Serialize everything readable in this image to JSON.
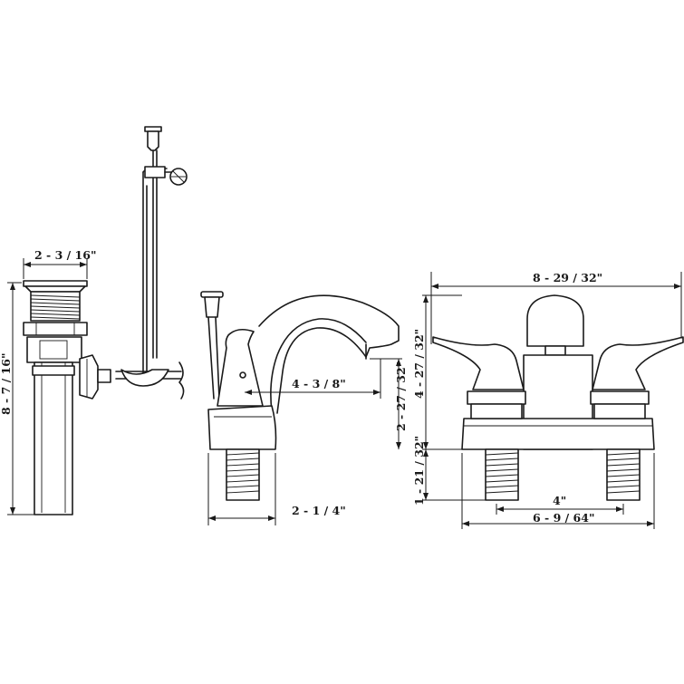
{
  "dimensions": {
    "drain_width": "2 - 3 / 16\"",
    "drain_height": "8 - 7 / 16\"",
    "spout_reach": "4 - 3 / 8\"",
    "spout_height": "2 - 27 / 32\"",
    "base_depth": "2 - 1 / 4\"",
    "overall_width": "8 - 29 / 32\"",
    "overall_height": "4 - 27 / 32\"",
    "shank_length": "1 - 21 / 32\"",
    "center_spacing": "4\"",
    "base_width": "6 - 9 / 64\""
  }
}
